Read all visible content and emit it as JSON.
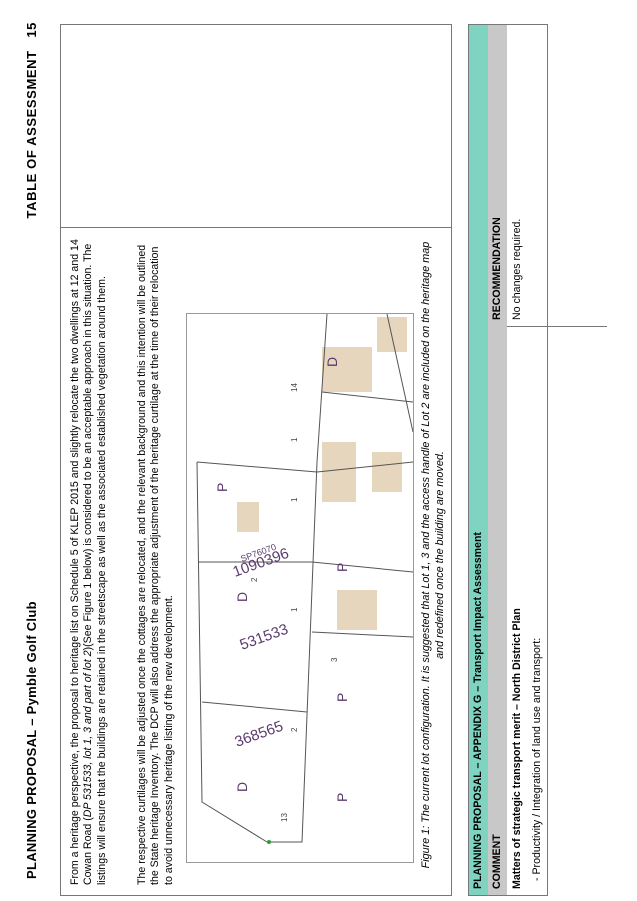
{
  "header": {
    "left": "PLANNING PROPOSAL – Pymble Golf Club",
    "right": "TABLE OF ASSESSMENT",
    "page": "15"
  },
  "body": {
    "p1": {
      "a": "From a heritage perspective, the proposal to heritage list on Schedule 5 of KLEP 2015 and slightly relocate the two dwellings at 12 and 14 Cowan Road (",
      "i": "DP 531533, lot 1, 3 and part of lot 2",
      "b": ")(See Figure 1 below) is considered to be an acceptable approach in this situation. The listings will ensure that the buildings are retained in the streetscape as well as the associated established vegetation around them."
    },
    "p2": "The respective curtilages will be adjusted once the cottages are relocated, and the relevant background and this intention will be outlined the State heritage Inventory. The DCP will also address the appropriate adjustment of the heritage curtilage at the time of their relocation to avoid unnecessary heritage listing of the new development.",
    "caption": "Figure 1: The current lot configuration. It is suggested that Lot 1, 3 and the access handle of Lot 2 are included on the heritage map and redefined once the building are moved."
  },
  "map": {
    "lot_numbers": [
      "1090396",
      "SP76070",
      "531533",
      "368565"
    ],
    "house_marks": [
      "P",
      "P",
      "P",
      "P",
      "D",
      "D",
      "D"
    ],
    "small_labels": [
      "13",
      "14",
      "2",
      "3",
      "2",
      "1",
      "1",
      "1"
    ]
  },
  "table": {
    "title": "PLANNING PROPOSAL – APPENDIX G – Transport Impact Assessment",
    "col1": "COMMENT",
    "col2": "RECOMMENDATION",
    "row1_comment": "Matters of strategic transport merit – North District Plan",
    "row1_recommendation": "No changes required.",
    "row2_comment": "-  Productivity / Integration of land use and transport:"
  }
}
